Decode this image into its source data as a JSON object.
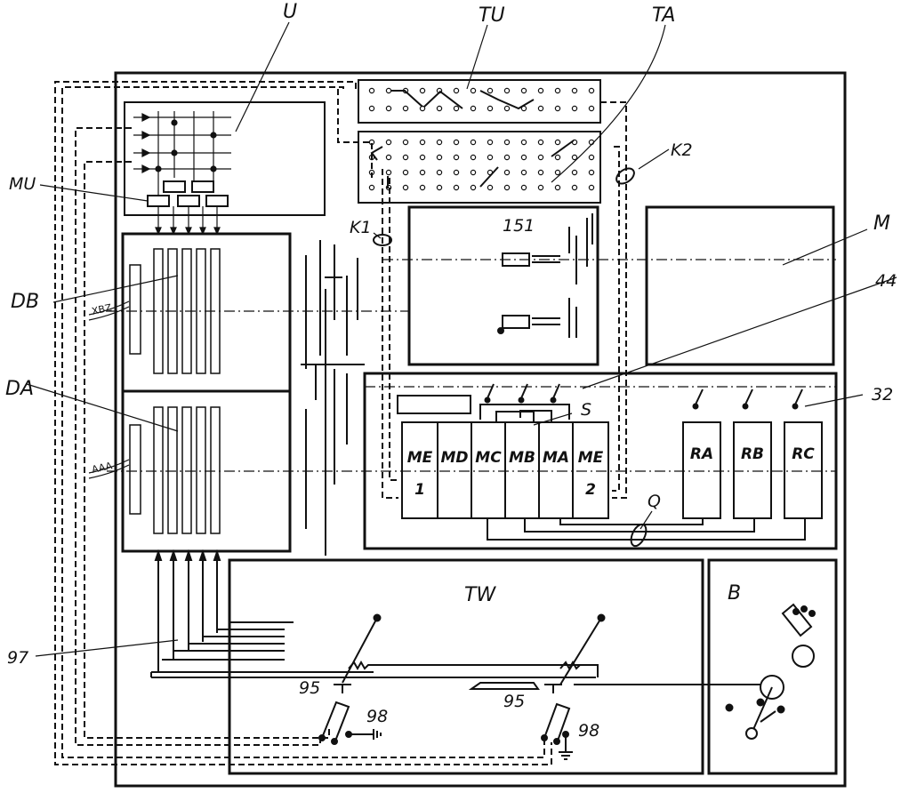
{
  "labels": {
    "U": "U",
    "TU": "TU",
    "TA": "TA",
    "K2": "K2",
    "K1": "K1",
    "MU": "MU",
    "M": "M",
    "n151": "151",
    "n44": "44",
    "DB": "DB",
    "DA": "DA",
    "S": "S",
    "n32": "32",
    "Q": "Q",
    "TW": "TW",
    "B": "B",
    "n97": "97",
    "n95a": "95",
    "n95b": "95",
    "n98a": "98",
    "n98b": "98"
  },
  "modules": [
    {
      "top": "ME",
      "bottom": "1"
    },
    {
      "top": "MD",
      "bottom": ""
    },
    {
      "top": "MC",
      "bottom": ""
    },
    {
      "top": "MB",
      "bottom": ""
    },
    {
      "top": "MA",
      "bottom": ""
    },
    {
      "top": "ME",
      "bottom": "2"
    }
  ],
  "relays": [
    "RA",
    "RB",
    "RC"
  ],
  "db_side_text": "XBZ",
  "da_side_text": "AAA"
}
